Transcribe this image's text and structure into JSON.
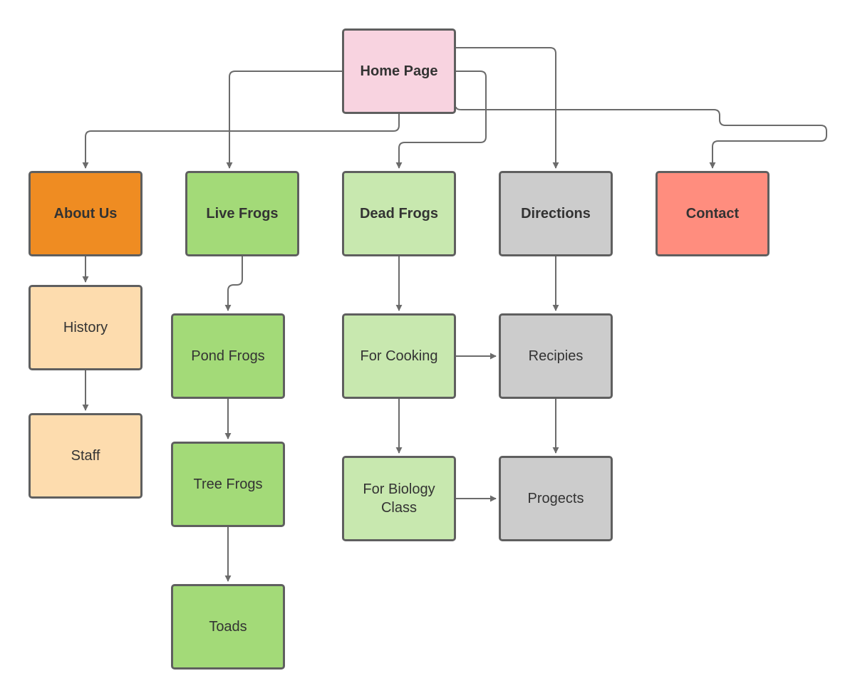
{
  "colors": {
    "pink": "#f8d3e0",
    "orange": "#ef8c22",
    "peach": "#fddcae",
    "green": "#a3da78",
    "light_green": "#c8e8af",
    "gray": "#cccccc",
    "salmon": "#ff8d7e",
    "border": "#5f5f5f",
    "connector": "#6b6b6b"
  },
  "nodes": {
    "home": {
      "label": "Home Page",
      "color": "pink",
      "bold": true
    },
    "about": {
      "label": "About Us",
      "color": "orange",
      "bold": true
    },
    "live": {
      "label": "Live Frogs",
      "color": "green",
      "bold": true
    },
    "dead": {
      "label": "Dead Frogs",
      "color": "light_green",
      "bold": true
    },
    "directions": {
      "label": "Directions",
      "color": "gray",
      "bold": true
    },
    "contact": {
      "label": "Contact",
      "color": "salmon",
      "bold": true
    },
    "history": {
      "label": "History",
      "color": "peach",
      "bold": false
    },
    "staff": {
      "label": "Staff",
      "color": "peach",
      "bold": false
    },
    "pond": {
      "label": "Pond Frogs",
      "color": "green",
      "bold": false
    },
    "tree": {
      "label": "Tree Frogs",
      "color": "green",
      "bold": false
    },
    "toads": {
      "label": "Toads",
      "color": "green",
      "bold": false
    },
    "cooking": {
      "label": "For Cooking",
      "color": "light_green",
      "bold": false
    },
    "biology": {
      "label": "For Biology\nClass",
      "color": "light_green",
      "bold": false
    },
    "recipies": {
      "label": "Recipies",
      "color": "gray",
      "bold": false
    },
    "progects": {
      "label": "Progects",
      "color": "gray",
      "bold": false
    }
  },
  "edges": [
    {
      "from": "home",
      "to": "about"
    },
    {
      "from": "home",
      "to": "live"
    },
    {
      "from": "home",
      "to": "dead"
    },
    {
      "from": "home",
      "to": "directions"
    },
    {
      "from": "home",
      "to": "contact"
    },
    {
      "from": "about",
      "to": "history"
    },
    {
      "from": "history",
      "to": "staff"
    },
    {
      "from": "live",
      "to": "pond"
    },
    {
      "from": "pond",
      "to": "tree"
    },
    {
      "from": "tree",
      "to": "toads"
    },
    {
      "from": "dead",
      "to": "cooking"
    },
    {
      "from": "cooking",
      "to": "biology"
    },
    {
      "from": "cooking",
      "to": "recipies"
    },
    {
      "from": "biology",
      "to": "progects"
    },
    {
      "from": "directions",
      "to": "recipies"
    },
    {
      "from": "recipies",
      "to": "progects"
    }
  ]
}
